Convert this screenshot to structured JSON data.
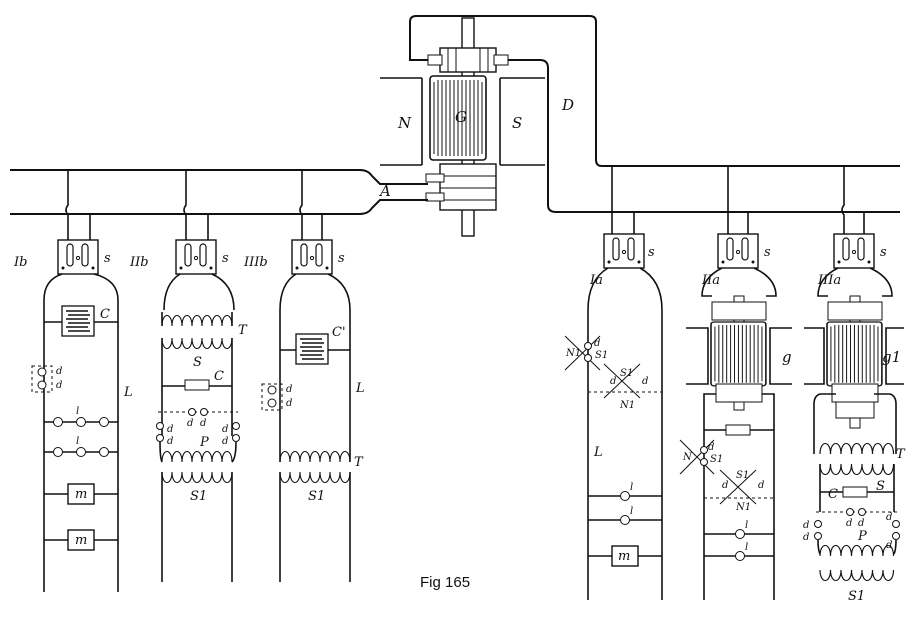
{
  "caption": "Fig 165",
  "generator": {
    "armature": "G",
    "pole_left": "N",
    "pole_right": "S"
  },
  "leads": {
    "ac_mains": "A",
    "dc_feed": "D"
  },
  "left_branches": [
    {
      "switch": "Ib",
      "switch_side": "s",
      "condenser": "C",
      "cutout": [
        "d",
        "d"
      ],
      "lamps": [
        "l",
        "l"
      ],
      "motors": [
        "m",
        "m"
      ],
      "line": "L"
    },
    {
      "switch": "IIb",
      "switch_side": "s",
      "primary": "T",
      "secondary": "S",
      "condenser": "C",
      "cutout": [
        "d",
        "d",
        "d",
        "d",
        "d",
        "d"
      ],
      "primary2": "P",
      "secondary2": "S1"
    },
    {
      "switch": "IIIb",
      "switch_side": "s",
      "condenser": "C'",
      "cutout": [
        "d",
        "d"
      ],
      "line": "L",
      "transformer": "T",
      "secondary": "S1"
    }
  ],
  "right_branches": [
    {
      "switch": "Ia",
      "switch_side": "s",
      "line": "L",
      "field_labels": [
        "N1",
        "d",
        "S1",
        "d",
        "S1",
        "d",
        "N1"
      ],
      "lamps": [
        "l",
        "l"
      ],
      "motor": "m"
    },
    {
      "switch": "IIa",
      "switch_side": "s",
      "machine": "g",
      "field_labels": [
        "N",
        "d",
        "S1",
        "d",
        "S1",
        "d",
        "N1"
      ],
      "lamps": [
        "l",
        "l"
      ]
    },
    {
      "switch": "IIIa",
      "switch_side": "s",
      "machine": "g1",
      "transformer": "T",
      "secondary": "S",
      "condenser": "C",
      "cutout": [
        "d",
        "d",
        "d",
        "d",
        "d",
        "d"
      ],
      "primary": "P",
      "secondary2": "S1"
    }
  ]
}
